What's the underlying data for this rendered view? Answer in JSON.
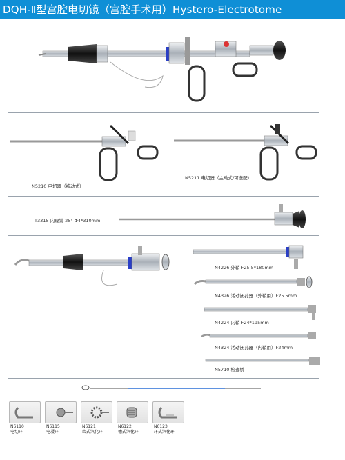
{
  "header": {
    "title": "DQH-Ⅱ型宫腔电切镜（宫腔手术用）Hystero-Electrotome"
  },
  "products": {
    "n5210": {
      "label": "N5210  电切器（被动式）"
    },
    "n5211": {
      "label": "N5211  电切器（主动式/可选配）"
    },
    "t3315": {
      "label": "T3315  内窥镜 25° Φ4*310mm"
    },
    "n4226": {
      "label": "N4226  外鞘 F25.5*180mm"
    },
    "n4326": {
      "label": "N4326  活动闭孔器（外鞘用）F25.5mm"
    },
    "n4224": {
      "label": "N4224  内鞘 F24*195mm"
    },
    "n4324": {
      "label": "N4324  活动闭孔器（内鞘用）F24mm"
    },
    "n5710": {
      "label": "N5710  检查桥"
    }
  },
  "electrodes": [
    {
      "code": "N6110",
      "name": "电切环"
    },
    {
      "code": "N6115",
      "name": "电凝环"
    },
    {
      "code": "N6121",
      "name": "齿式汽化环"
    },
    {
      "code": "N6122",
      "name": "槽式汽化环"
    },
    {
      "code": "N6123",
      "name": "环式汽化环"
    }
  ],
  "colors": {
    "header": "#0f8fd6",
    "metal": "#b9bfc6",
    "blue_ring": "#2a3fc7"
  }
}
